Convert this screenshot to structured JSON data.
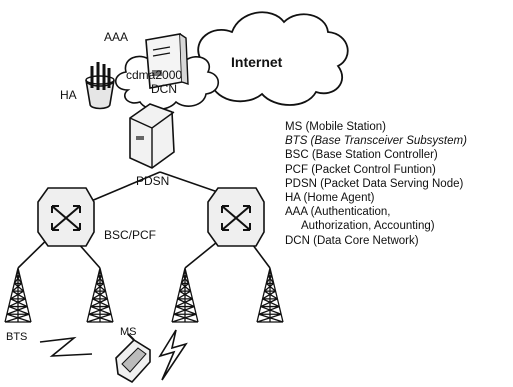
{
  "labels": {
    "aaa": "AAA",
    "ha": "HA",
    "internet": "Internet",
    "cloud_line1": "cdma2000",
    "cloud_line2": "DCN",
    "pdsn": "PDSN",
    "bsc_pcf": "BSC/PCF",
    "bts": "BTS",
    "ms": "MS"
  },
  "legend": [
    {
      "text": "MS (Mobile Station)"
    },
    {
      "text": "BTS (Base Transceiver Subsystem)",
      "italic": true
    },
    {
      "text": "BSC (Base Station Controller)"
    },
    {
      "text": "PCF (Packet Control Funtion)"
    },
    {
      "text": "PDSN (Packet Data Serving Node)"
    },
    {
      "text": "HA (Home Agent)"
    },
    {
      "text": "AAA (Authentication,"
    },
    {
      "text": "Authorization, Accounting)",
      "indent": true
    },
    {
      "text": "DCN (Data Core Network)"
    }
  ]
}
